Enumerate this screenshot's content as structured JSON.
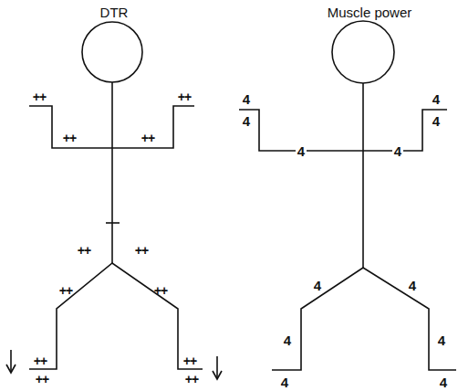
{
  "diagram": {
    "labels": [
      "DTR",
      "Muscle power",
      "++",
      "++",
      "++",
      "++",
      "++",
      "++",
      "++",
      "++",
      "++",
      "++",
      "++",
      "++",
      "4",
      "4",
      "4",
      "4",
      "4",
      "4",
      "4",
      "4",
      "4",
      "4",
      "4",
      "4"
    ]
  }
}
